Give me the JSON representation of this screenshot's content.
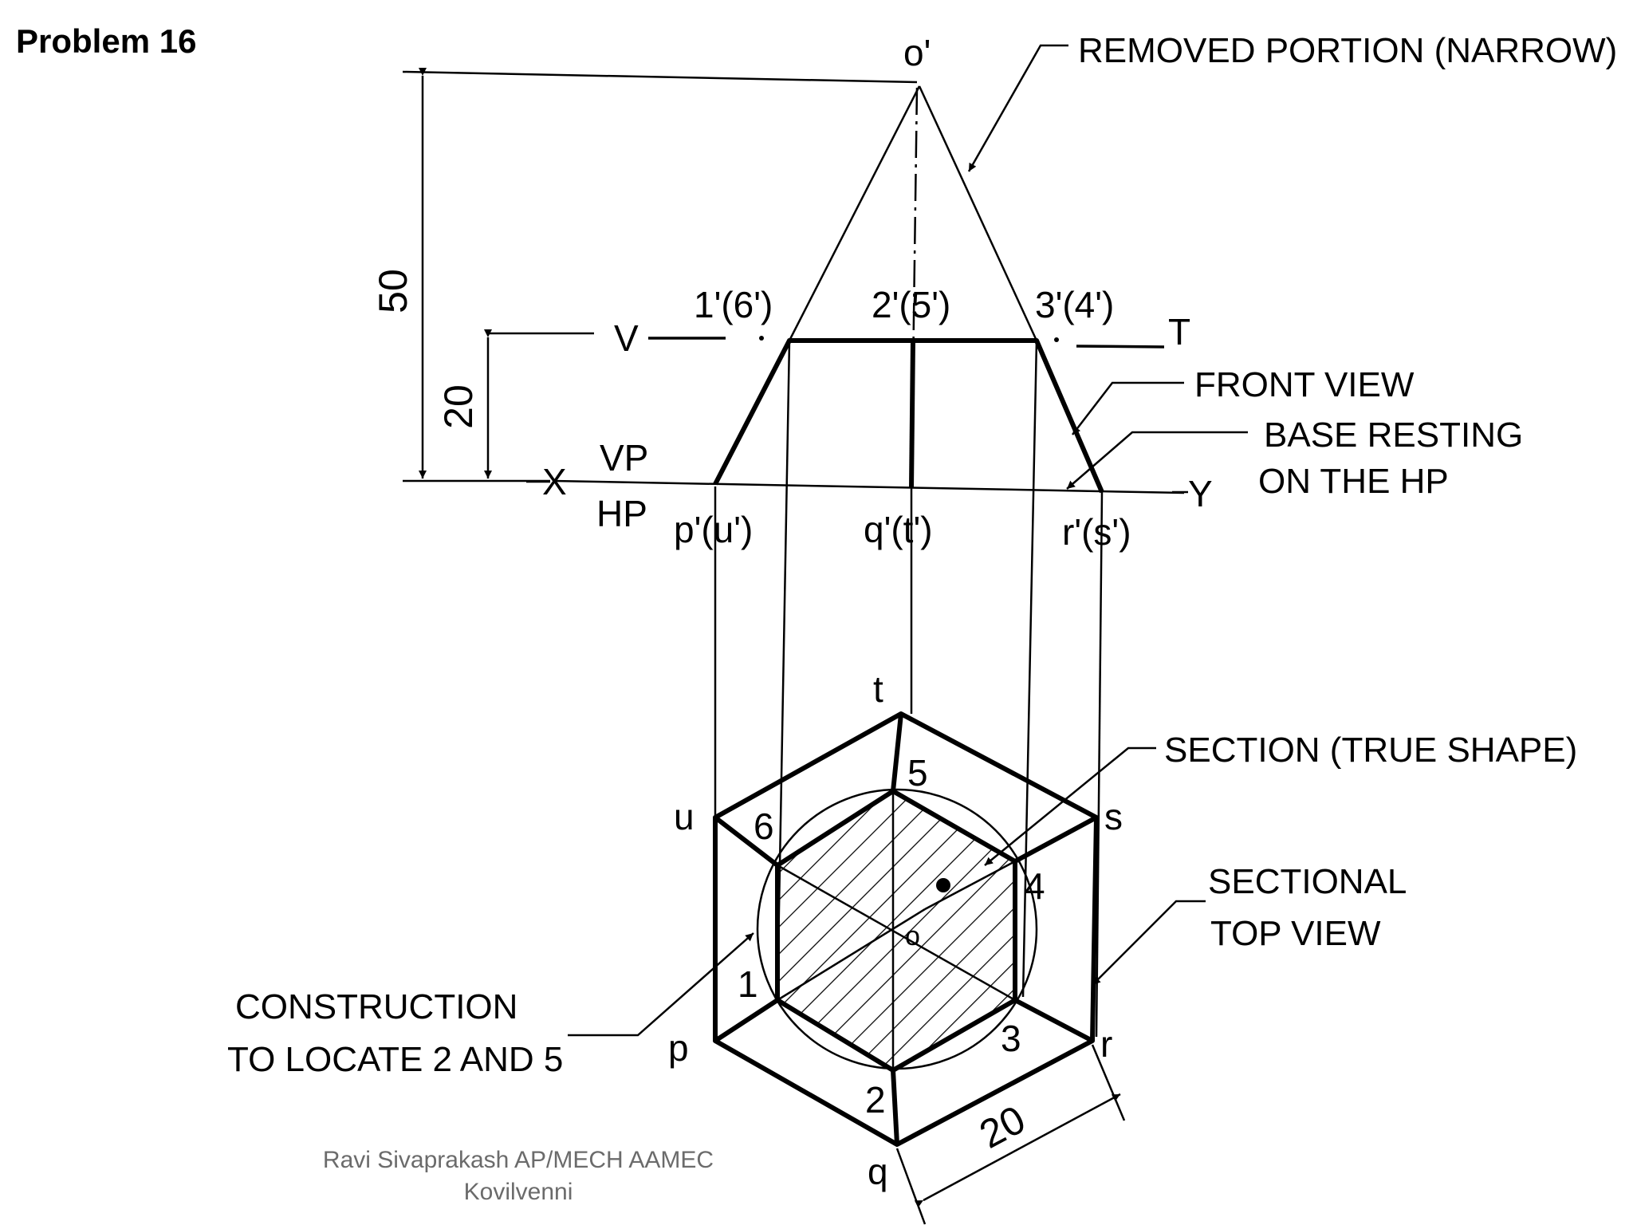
{
  "title": "Problem 16",
  "footer": {
    "line1": "Ravi Sivaprakash AP/MECH AAMEC",
    "line2": "Kovilvenni"
  },
  "front_view_points": {
    "apex": "o'",
    "cut_1": "1'(6')",
    "cut_2": "2'(5')",
    "cut_3": "3'(4')",
    "base_p": "p'(u')",
    "base_q": "q'(t')",
    "base_r": "r'(s')"
  },
  "plane_labels": {
    "v": "V",
    "t": "T",
    "x": "X",
    "y": "Y",
    "vp": "VP",
    "hp": "HP"
  },
  "top_view_points": {
    "t": "t",
    "u": "u",
    "s": "s",
    "p": "p",
    "r": "r",
    "q": "q",
    "o": "o",
    "n1": "1",
    "n2": "2",
    "n3": "3",
    "n4": "4",
    "n5": "5",
    "n6": "6"
  },
  "dimensions": {
    "height": "50",
    "cut_height": "20",
    "side": "20"
  },
  "annotations": {
    "removed": "REMOVED PORTION (NARROW)",
    "front_view": "FRONT VIEW",
    "base_line1": "BASE RESTING",
    "base_line2": "ON THE HP",
    "section_true": "SECTION (TRUE SHAPE)",
    "sectional_line1": "SECTIONAL",
    "sectional_line2": "TOP VIEW",
    "construction_line1": "CONSTRUCTION",
    "construction_line2": "TO LOCATE 2 AND 5"
  }
}
